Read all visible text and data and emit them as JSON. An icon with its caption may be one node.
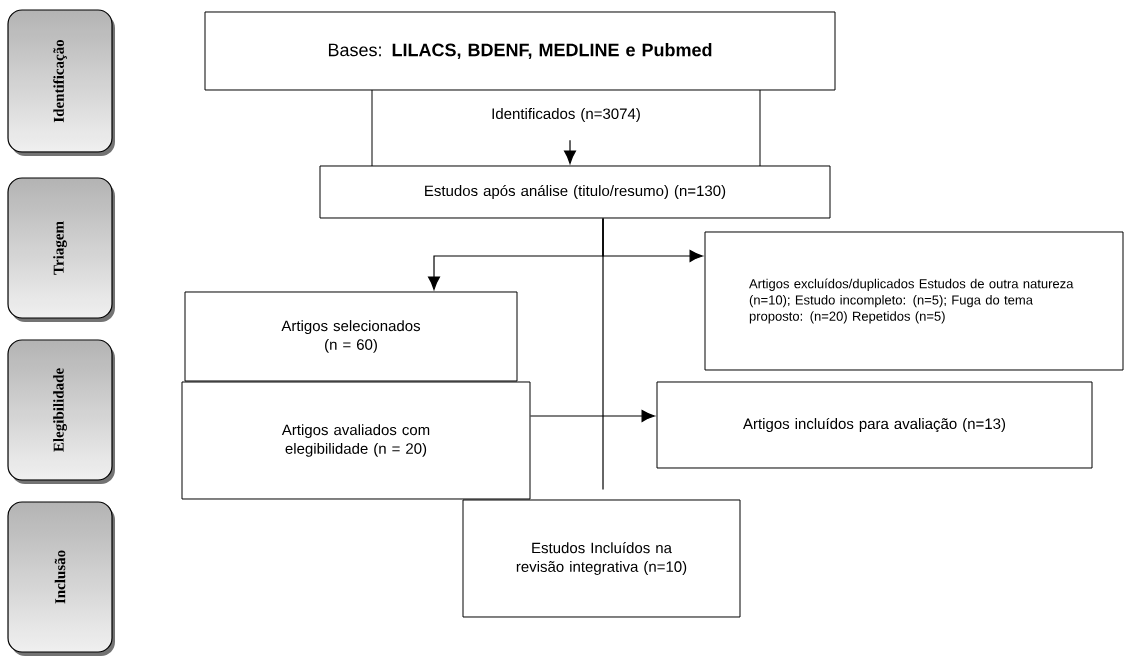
{
  "diagram": {
    "nodes": [
      {
        "text": [
          "Identificação"
        ]
      },
      {
        "text": [
          "Triagem"
        ]
      },
      {
        "text": [
          "Elegibilidade"
        ]
      },
      {
        "text": [
          "Inclusão"
        ]
      },
      {
        "text": [
          "Bases: **LILACS, BDENF, MEDLINE e Pubmed**"
        ]
      },
      {
        "text": [
          "Identificados (n=3074)"
        ]
      },
      {
        "text": [
          "Estudos após análise (titulo/resumo) (n=130)"
        ]
      },
      {
        "text": [
          "Artigos excluídos/duplicados Estudos de outra natureza (n=10); Estudo incompleto: (n=5); Fuga do tema proposto: (n=20) Repetidos (n=5)"
        ]
      },
      {
        "text": [
          "Artigos selecionados (n = 60)"
        ]
      },
      {
        "text": [
          "Artigos avaliados com elegibilidade (n = 20)"
        ]
      },
      {
        "text": [
          "Artigos incluídos para avaliação (n=13)"
        ]
      },
      {
        "text": [
          "Estudos Incluídos na revisão integrativa (n=10)"
        ]
      }
    ],
    "edges": [
      {
        "from": 5,
        "to": 6,
        "arrow": "to"
      },
      {
        "from": 6,
        "to": 7,
        "arrow": "to"
      },
      {
        "from": 6,
        "to": 8,
        "arrow": "to"
      },
      {
        "from": 6,
        "to": 11,
        "arrow": "none"
      },
      {
        "from": 9,
        "to": 10,
        "arrow": "to"
      }
    ]
  }
}
